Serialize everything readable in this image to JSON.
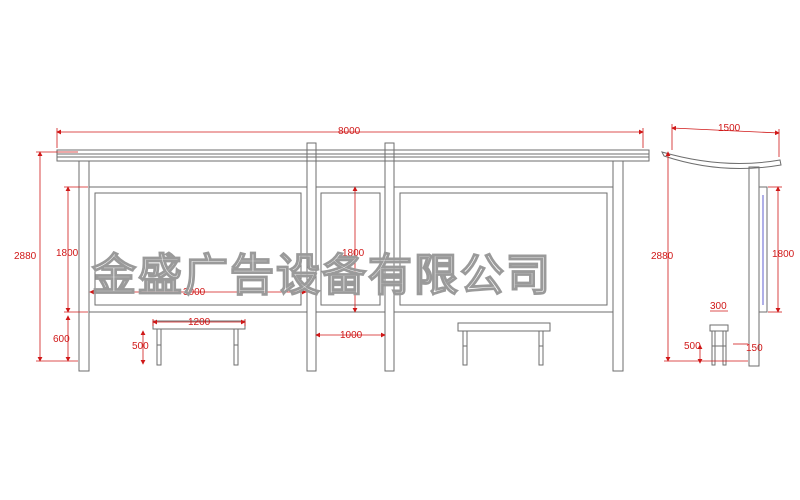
{
  "colors": {
    "structure": "#6e6e6e",
    "dimension": "#d01818",
    "glass": "#7a7ad8",
    "background": "#ffffff"
  },
  "front_view": {
    "total_width": "8000",
    "total_height": "2880",
    "panel_height_left": "1800",
    "panel_height_mid": "1800",
    "panel_width": "3000",
    "gap_width": "1000",
    "bench_length": "1200",
    "bench_height": "500",
    "base_height": "600"
  },
  "side_view": {
    "roof_depth": "1500",
    "total_height": "2880",
    "panel_height": "1800",
    "bench_depth": "300",
    "bench_height": "500",
    "post_width": "150"
  },
  "watermark": "金盛广告设备有限公司"
}
